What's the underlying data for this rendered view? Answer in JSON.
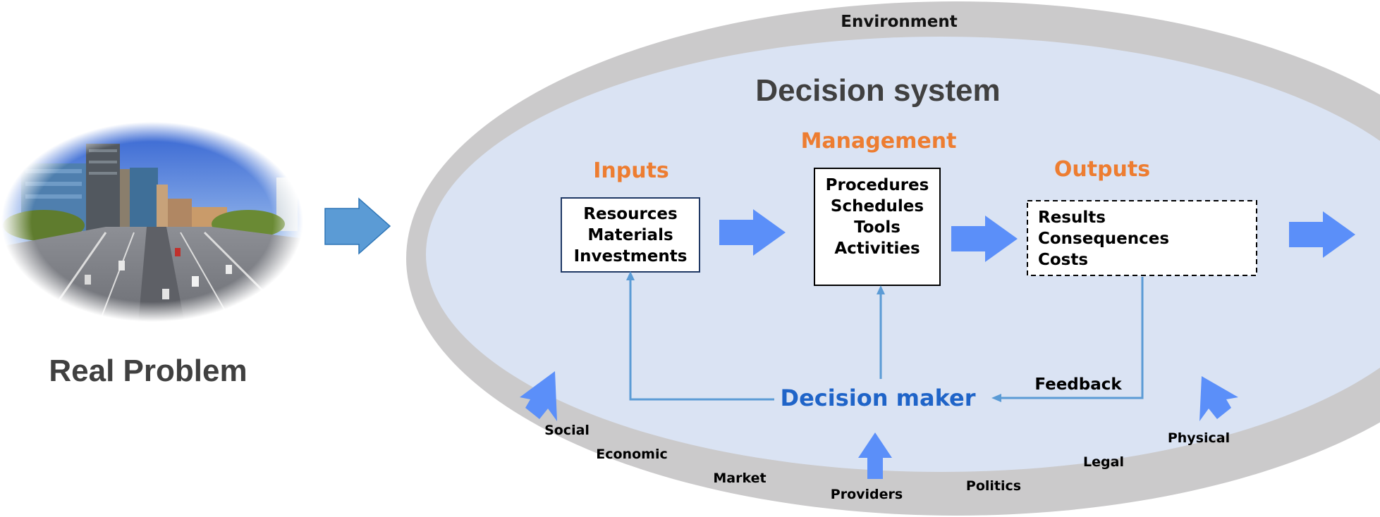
{
  "left": {
    "photo_description": "city highway skyline photo",
    "caption": "Real Problem"
  },
  "environment": {
    "title": "Environment",
    "factors": [
      "Social",
      "Economic",
      "Market",
      "Providers",
      "Politics",
      "Legal",
      "Physical"
    ]
  },
  "system": {
    "title": "Decision system",
    "inputs": {
      "heading": "Inputs",
      "lines": [
        "Resources",
        "Materials",
        "Investments"
      ]
    },
    "management": {
      "heading": "Management",
      "lines": [
        "Procedures",
        "Schedules",
        "Tools",
        "Activities"
      ]
    },
    "outputs": {
      "heading": "Outputs",
      "lines": [
        "Results",
        "Consequences",
        "Costs"
      ]
    },
    "decision_maker": "Decision maker",
    "feedback": "Feedback"
  },
  "colors": {
    "outer_ring": "#cbcacb",
    "inner_fill": "#dae3f3",
    "heading_orange": "#ed7d31",
    "decision_blue": "#1f64c8",
    "arrow_blue": "#5b8ff9",
    "line_blue": "#5b9bd5",
    "left_arrow": "#5b9bd5",
    "dark_text": "#404040"
  }
}
